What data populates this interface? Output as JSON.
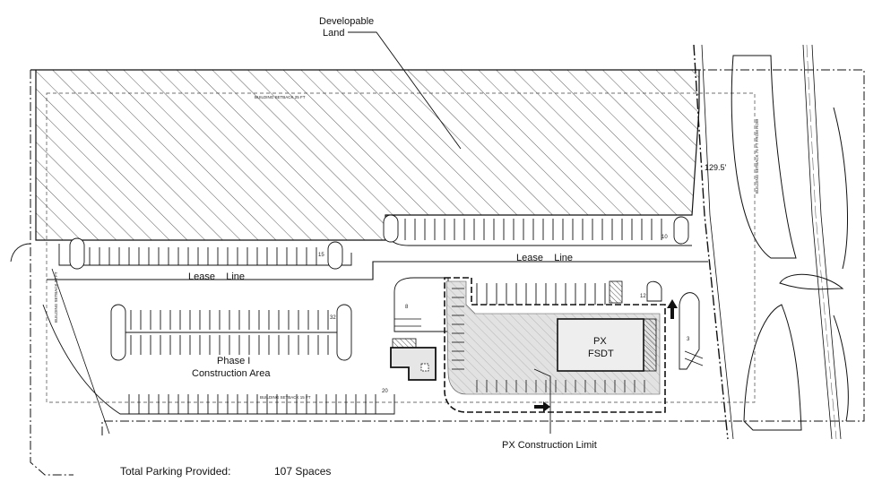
{
  "labels": {
    "developable_land_line1": "Developable",
    "developable_land_line2": "Land",
    "lease_line_left": "Lease    Line",
    "lease_line_right": "Lease    Line",
    "phase_line1": "Phase I",
    "phase_line2": "Construction Area",
    "px_line1": "PX",
    "px_line2": "FSDT",
    "px_construction_limit": "PX Construction Limit",
    "dimension": "129.5'",
    "total_parking_label": "Total Parking Provided:",
    "total_parking_value": "107 Spaces"
  },
  "small_text": {
    "setback_top": "BUILDING SETBACK 25 FT",
    "setback_left": "BUILDING SETBACK 25 FT",
    "setback_bottom": "BUILDING SETBACK 15 FT",
    "setback_right": "BUILDING SETBACK 75 FT FROM ROW"
  },
  "stall_counts": {
    "top_right_row": "10",
    "top_left_row": "15",
    "middle_island": "32",
    "bottom_row": "20",
    "left_px_pocket": "8",
    "px_top_row": "12",
    "right_island": "3"
  },
  "colors": {
    "line": "#111111",
    "hatch": "#333333",
    "px_fill": "#d9d9d9",
    "building_fill": "#e6e6e6"
  }
}
